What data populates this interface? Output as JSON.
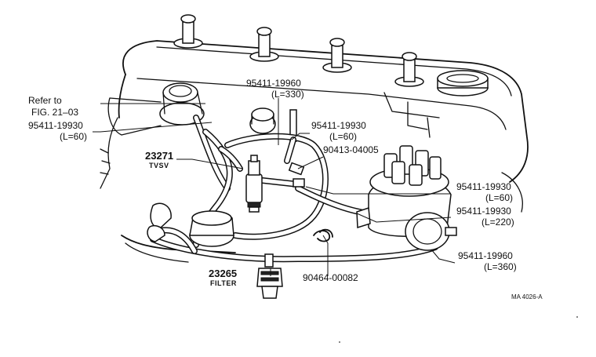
{
  "diagram": {
    "labels": {
      "refer_line1": "Refer to",
      "refer_line2": "FIG. 21–03",
      "hose_left_part": "95411-19930",
      "hose_left_len": "(L=60)",
      "hose_top_part": "95411-19960",
      "hose_top_len": "(L=330)",
      "hose_mid_part": "95411-19930",
      "hose_mid_len": "(L=60)",
      "connector_part": "90413-04005",
      "tvsv_part": "23271",
      "tvsv_name": "TVSV",
      "hose_right1_part": "95411-19930",
      "hose_right1_len": "(L=60)",
      "hose_right2_part": "95411-19930",
      "hose_right2_len": "(L=220)",
      "hose_right3_part": "95411-19960",
      "hose_right3_len": "(L=360)",
      "filter_part": "23265",
      "filter_name": "FILTER",
      "clip_part": "90464-00082",
      "figure_code": "MA 4026-A"
    }
  }
}
